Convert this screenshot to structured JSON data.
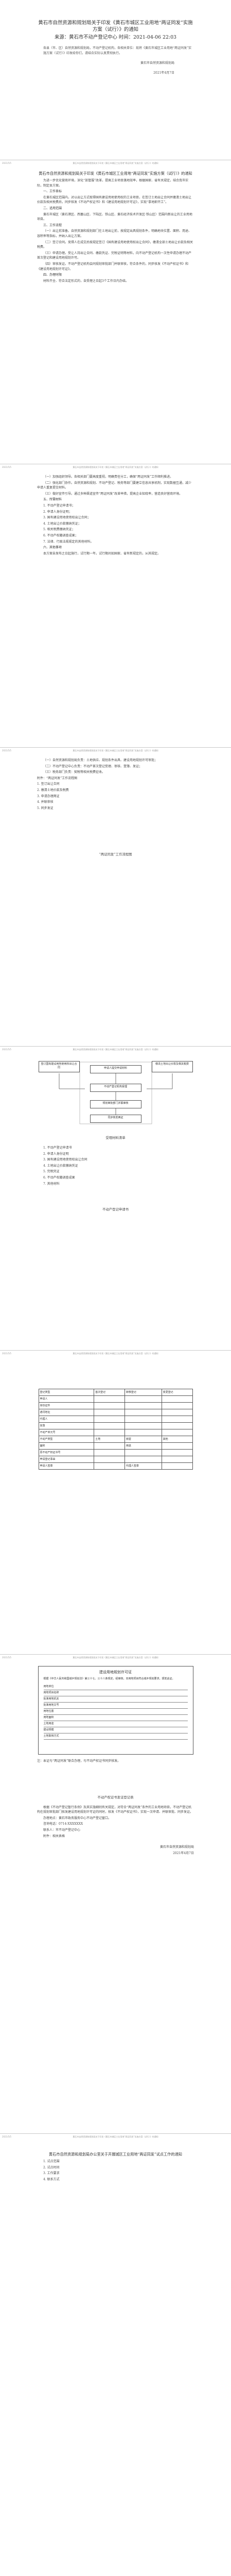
{
  "intro": {
    "title": "黄石市自然资源和规划局关于印发《黄石市城区工业用地“两证同发”实施方案（试行）》的通知",
    "meta": "来源：黄石市不动产登记中心    时间：2021-04-06 22:03",
    "body": "各县（市、区）自然资源和规划局，不动产登记机构，各相关单位：现将《黄石市城区工业用地“两证同发”实施方案（试行）》印发给你们，请结合实际认真贯彻执行。",
    "sign_org": "黄石市自然资源和规划局",
    "sign_date": "2021年4月7日"
  },
  "header": {
    "left": "2021/5/5",
    "center": "黄石市自然资源和规划局关于印发《黄石市城区工业用地“两证同发”实施方案（试行）》的通知",
    "right": ""
  },
  "page1": {
    "title": "黄石市自然资源和规划局关于印发《黄石市城区工业用地“两证同发”实施方案（试行）》的通知",
    "p1": "为进一步优化营商环境，深化“放管服”改革，提高工业项目落地效率，根据国家、省有关规定，结合我市实际，制定本方案。",
    "h1": "一、工作目标",
    "p2": "在黄石城区范围内，对以出让方式取得国有建设用地使用权的工业项目，在签订土地出让合同并缴清土地出让价款及相关税费后，同步核发《不动产权证书》和《建设用地规划许可证》，实现“拿地即开工”。",
    "h2": "二、适用范围",
    "p3": "黄石市城区（黄石港区、西塞山区、下陆区、铁山区、黄石经济技术开发区·铁山区）范围内新出让的工业用地项目。",
    "h3": "三、工作流程",
    "p4": "（一）出让前准备。自然资源和规划部门在土地出让前，按规定出具规划条件，明确地块位置、面积、用途、容积率等指标，并纳入出让方案。",
    "p5": "（二）签订合同。竞得人在成交后按规定签订《国有建设用地使用权出让合同》，缴清全部土地出让价款及相关税费。",
    "p6": "（三）申请办理。受让人持出让合同、缴款凭证、完税证明等材料，向不动产登记机构一次性申请办理不动产首次登记和建设用地规划许可。",
    "p7": "（四）审核发证。不动产登记机构会同规划审批部门并联审核，符合条件的，同步核发《不动产权证书》和《建设用地规划许可证》。",
    "h4": "四、办理时限",
    "p8": "材料齐全、符合法定形式的，自受理之日起3个工作日内办结。"
  },
  "page2": {
    "p1": "（一）加强组织领导。各相关部门要高度重视，明确责任分工，确保“两证同发”工作顺利推进。",
    "p2": "（二）强化部门协作。自然资源和规划、不动产登记、税务等部门要建立信息共享机制，实现数据互通，减少申请人重复提交材料。",
    "p3": "（三）做好宣传引导。通过多种渠道宣传“两证同发”改革举措，提高企业知晓率，营造良好营商环境。",
    "h5": "五、所需材料",
    "p4": "1. 不动产登记申请书；",
    "p5": "2. 申请人身份证明；",
    "p6": "3. 国有建设用地使用权出让合同；",
    "p7": "4. 土地出让价款缴纳凭证；",
    "p8": "5. 相关税费缴纳凭证；",
    "p9": "6. 不动产权籍调查成果；",
    "p10": "7. 法律、行政法规规定的其他材料。",
    "h6": "六、其他事项",
    "p11": "本方案自发布之日起施行，试行期一年。试行期间如国家、省有新规定的，从其规定。"
  },
  "page3": {
    "p1": "（一）自然资源和规划局负责：土地供应、规划条件出具、建设用地规划许可审批；",
    "p2": "（二）不动产登记中心负责：不动产首次登记受理、审核、登簿、发证；",
    "p3": "（三）税务部门负责：契税等相关税费征收。",
    "annex": "附件：“两证同发”工作流程图",
    "list": [
      "1. 签订出让合同",
      "2. 缴清土地价款及税费",
      "3. 申请办理两证",
      "4. 并联审核",
      "5. 同步发证"
    ],
    "chart_title": "“两证同发”工作流程图"
  },
  "page4": {
    "boxes": {
      "a": "签订国有建设用地使用权出让合同",
      "b": "缴清土地出让价款及相关税费",
      "c": "申请人提交申请材料",
      "d": "不动产登记机构受理",
      "e": "规划审批部门并联审核",
      "f": "同步核发两证"
    },
    "label": "受理材料清单",
    "items": [
      "1. 不动产登记申请书",
      "2. 申请人身份证明",
      "3. 国有建设用地使用权出让合同",
      "4. 土地出让价款缴纳凭证",
      "5. 完税凭证",
      "6. 不动产权籍调查成果",
      "7. 其他材料"
    ],
    "form_title": "不动产登记申请书"
  },
  "page5": {
    "rows": [
      [
        "登记类型",
        "首次登记",
        "转移登记",
        "变更登记"
      ],
      [
        "申请人",
        "",
        "",
        ""
      ],
      [
        "身份证件",
        "",
        "",
        ""
      ],
      [
        "通讯地址",
        "",
        "",
        ""
      ],
      [
        "代理人",
        "",
        "",
        ""
      ],
      [
        "坐落",
        "",
        "",
        ""
      ],
      [
        "不动产单元号",
        "",
        "",
        ""
      ],
      [
        "不动产类型",
        "土地",
        "房屋",
        "其他"
      ],
      [
        "面积",
        "",
        "用途",
        ""
      ],
      [
        "原不动产权证书号",
        "",
        "",
        ""
      ],
      [
        "申请登记事由",
        "",
        "",
        ""
      ],
      [
        "申请人签章",
        "",
        "代理人签章",
        ""
      ]
    ]
  },
  "page6": {
    "lic_title": "建设用地规划许可证",
    "lic_lines": [
      "根据《中华人民共和国城乡规划法》第三十七、三十八条规定，经审核，本用地项目符合城乡规划要求，颁发此证。",
      "用地单位",
      "用地项目名称",
      "批准用地机关",
      "批准用地文号",
      "用地位置",
      "用地面积",
      "土地用途",
      "建设规模",
      "土地取得方式"
    ],
    "note": "注：本证与“两证同发”联合办理，与不动产权证书同步核发。",
    "title2": "不动产权证书发证登记表",
    "p1": "根据《不动产登记暂行条例》及其实施细则有关规定，对符合“两证同发”条件的工业用地项目，不动产登记机构在规划审批部门核发建设用地规划许可证的同时，核发《不动产权证书》，实现一次申请、并联审批、同步发证。",
    "p2": "办理地点：黄石市政务服务中心不动产登记窗口。",
    "p3": "咨询电话：0714-XXXXXXX",
    "p4": "联系人：市不动产登记中心",
    "p5": "附件：相关表格",
    "sign1": "黄石市自然资源和规划局",
    "sign2": "2021年4月7日"
  },
  "page7": {
    "title": "黄石市自然资源和规划局办公室关于开展城区工业用地“两证同发”试点工作的通知",
    "items": [
      "1. 试点范围",
      "2. 试点时间",
      "3. 工作要求",
      "4. 联系方式"
    ]
  }
}
